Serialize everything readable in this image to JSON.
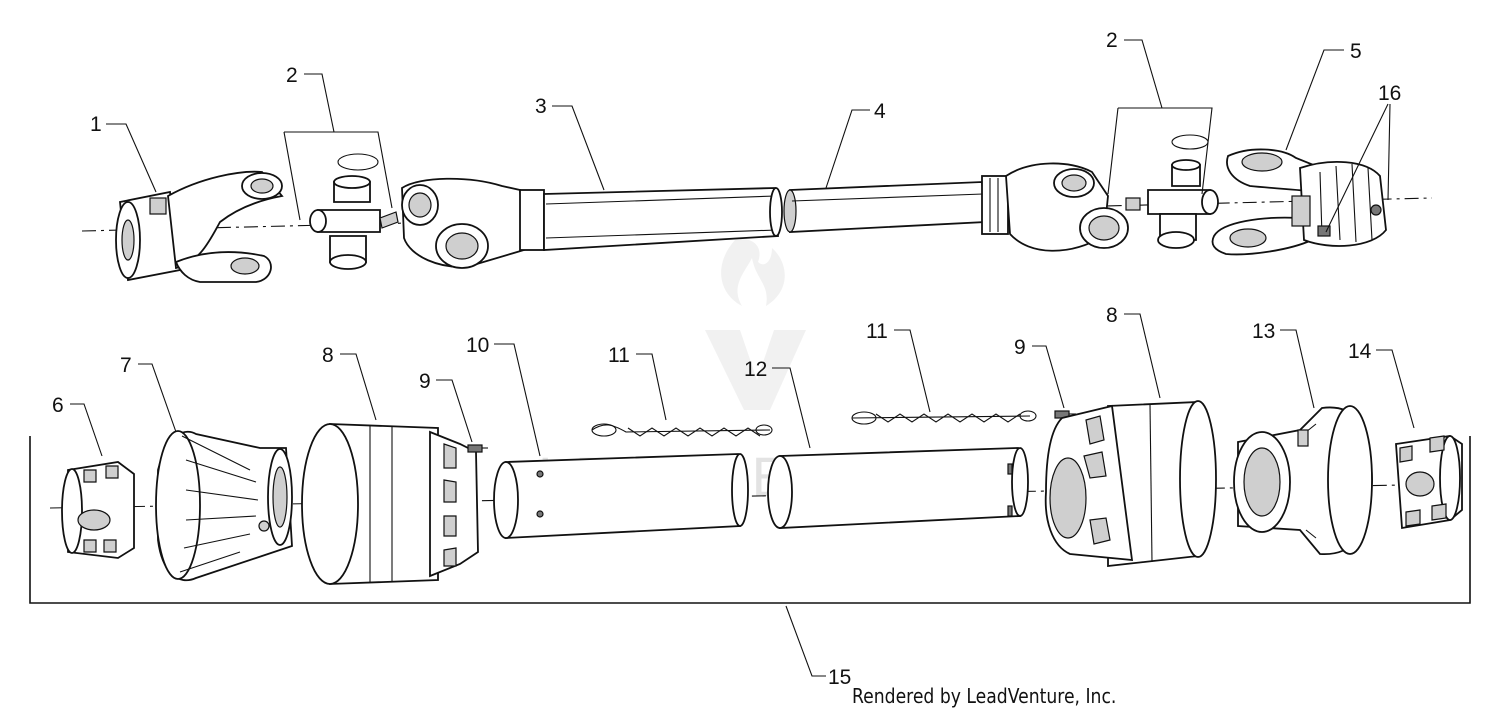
{
  "diagram": {
    "watermark": "LEADVENTURE",
    "credit": "Rendered by LeadVenture, Inc.",
    "callouts": {
      "c1": "1",
      "c2a": "2",
      "c2b": "2",
      "c3": "3",
      "c4": "4",
      "c5": "5",
      "c16": "16",
      "c6": "6",
      "c7": "7",
      "c8a": "8",
      "c8b": "8",
      "c9a": "9",
      "c9b": "9",
      "c10": "10",
      "c11a": "11",
      "c11b": "11",
      "c12": "12",
      "c13": "13",
      "c14": "14",
      "c15": "15"
    }
  }
}
